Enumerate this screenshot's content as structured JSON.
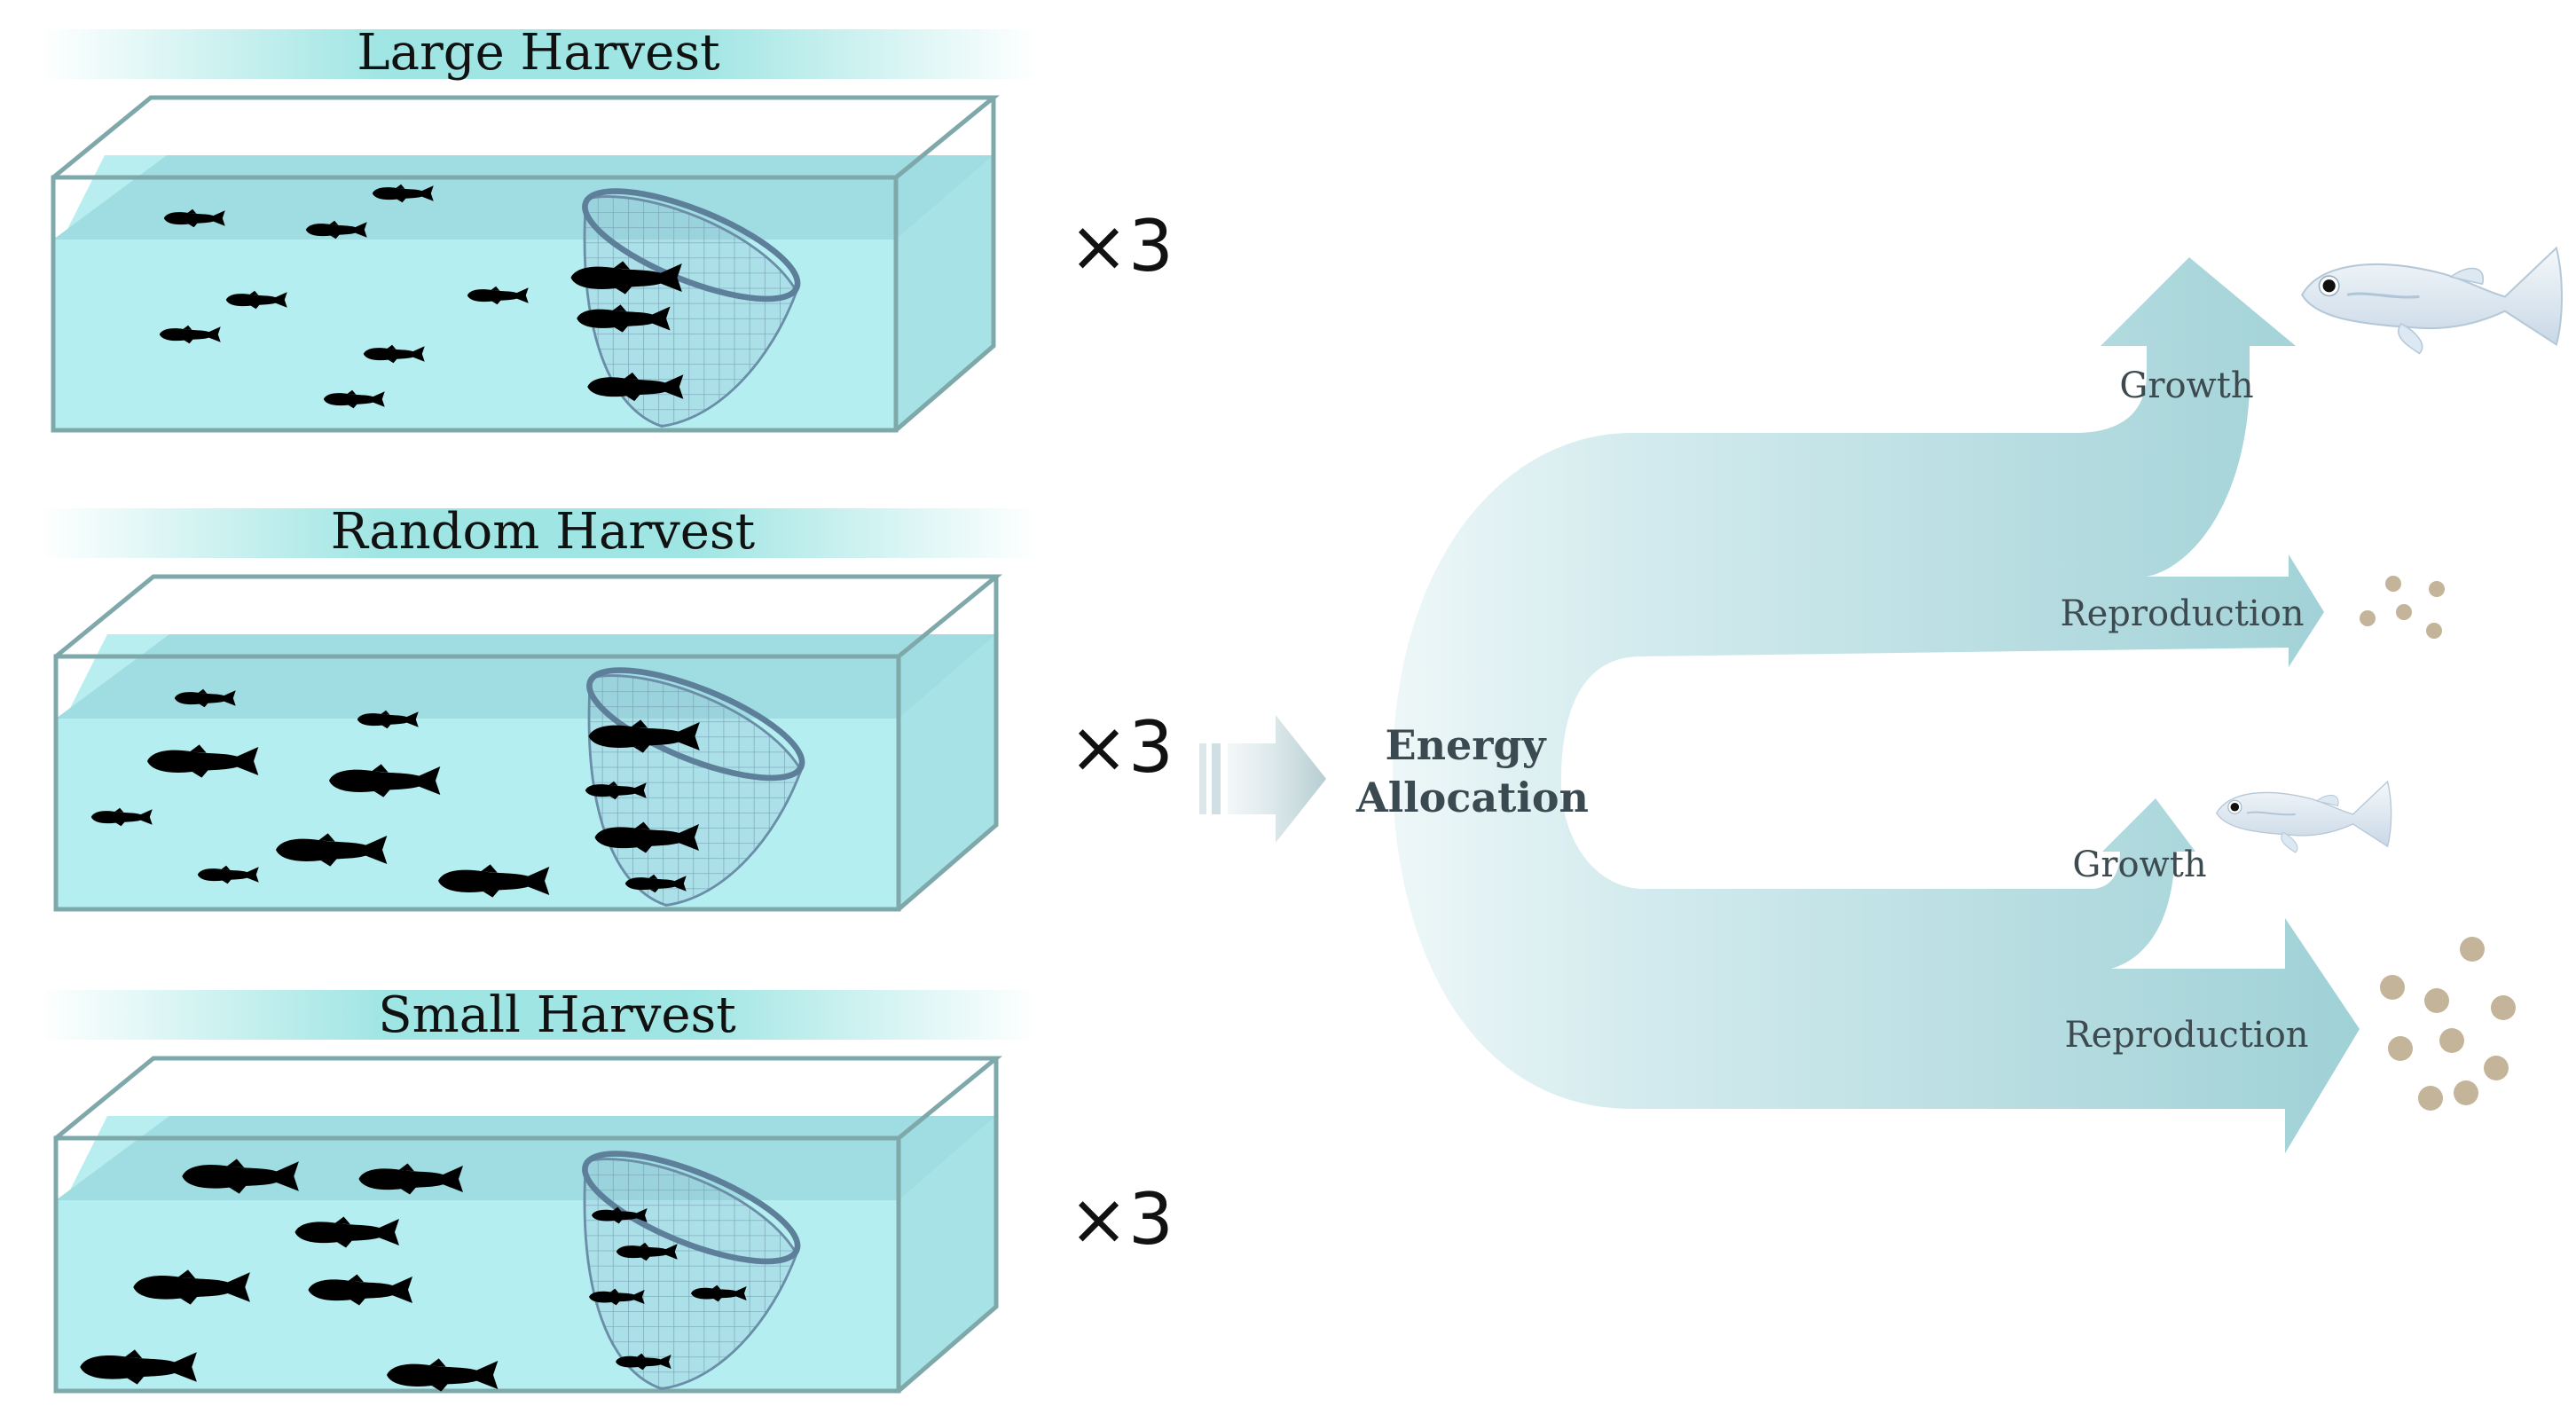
{
  "panels": [
    {
      "title": "Large Harvest",
      "multiplier": "×3"
    },
    {
      "title": "Random Harvest",
      "multiplier": "×3"
    },
    {
      "title": "Small Harvest",
      "multiplier": "×3"
    }
  ],
  "center_label": {
    "line1": "Energy",
    "line2": "Allocation"
  },
  "upper_branch": {
    "growth": "Growth",
    "reproduction": "Reproduction"
  },
  "lower_branch": {
    "growth": "Growth",
    "reproduction": "Reproduction"
  },
  "colors": {
    "water_light": "#b8eef0",
    "water_surface": "#9fdde2",
    "tank_edge": "#7fa8aa",
    "banner": "#9ee5e3",
    "arrow": "#a7d3d6",
    "egg": "#c4b49a",
    "fish_silhouette": "#000000"
  }
}
